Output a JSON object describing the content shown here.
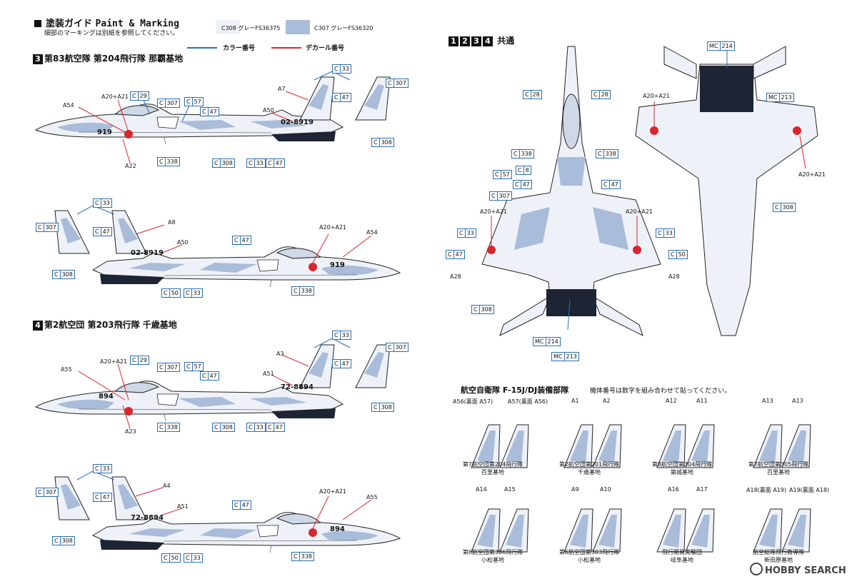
{
  "header": {
    "title_jp": "塗装ガイド",
    "title_en": "Paint & Marking",
    "note": "細部のマーキングは別紙を参照してください。"
  },
  "legend": {
    "swatches": [
      {
        "label": "C308 グレーFS36375",
        "color": "#eef2f8"
      },
      {
        "label": "C307 グレーFS36320",
        "color": "#a9bcd9"
      }
    ],
    "color_number": "カラー番号",
    "decal_number": "デカール番号",
    "color_line": "#2b6fb6",
    "decal_line": "#d9262c"
  },
  "sections": {
    "s3": {
      "num": "3",
      "title": "第83航空隊 第204飛行隊 那覇基地"
    },
    "s4": {
      "num": "4",
      "title": "第2航空団 第203飛行隊 千歳基地"
    },
    "common": {
      "nums": [
        "1",
        "2",
        "3",
        "4"
      ],
      "title": "共通"
    },
    "squadron": {
      "title": "航空自衛隊 F-15J/DJ装備部隊",
      "note": "機体番号は数字を組み合わせて貼ってください。"
    }
  },
  "aircraft": {
    "p1": {
      "serial": "02-8919",
      "nose": "919"
    },
    "p2": {
      "serial": "02-8919",
      "nose": "919"
    },
    "p3": {
      "serial": "72-8894",
      "nose": "894"
    },
    "p4": {
      "serial": "72-8894",
      "nose": "894"
    }
  },
  "color_callouts": {
    "c29": "29",
    "c307": "307",
    "c57": "57",
    "c47": "47",
    "c33": "33",
    "c308": "308",
    "c338": "338",
    "c50": "50",
    "c28": "28",
    "c8": "8",
    "mc214": "214",
    "mc213": "213",
    "prefix_c": "C",
    "prefix_mc": "MC"
  },
  "decals": {
    "a54": "A54",
    "a2021": "A20+A21",
    "a7": "A7",
    "a50": "A50",
    "a22": "A22",
    "a8": "A8",
    "a55": "A55",
    "a3": "A3",
    "a51": "A51",
    "a23": "A23",
    "a4": "A4",
    "a28": "A28"
  },
  "tails": {
    "row1": [
      {
        "l": "A56(裏面 A57)",
        "r": "A57(裏面 A56)",
        "c1": "第7航空団第204飛行隊",
        "c2": "百里基地"
      },
      {
        "l": "A1",
        "r": "A2",
        "c1": "第2航空団第201飛行隊",
        "c2": "千歳基地"
      },
      {
        "l": "A12",
        "r": "A11",
        "c1": "第8航空団第304飛行隊",
        "c2": "築城基地"
      },
      {
        "l": "A13",
        "r": "A13",
        "c1": "第7航空団第305飛行隊",
        "c2": "百里基地"
      }
    ],
    "row2": [
      {
        "l": "A14",
        "r": "A15",
        "c1": "第6航空団第306飛行隊",
        "c2": "小松基地"
      },
      {
        "l": "A9",
        "r": "A10",
        "c1": "第6航空団第303飛行隊",
        "c2": "小松基地"
      },
      {
        "l": "A16",
        "r": "A17",
        "c1": "飛行開発実験団",
        "c2": "岐阜基地"
      },
      {
        "l": "A18(裏面 A19)",
        "r": "A19(裏面 A18)",
        "c1": "航空総隊飛行教導隊",
        "c2": "新田原基地"
      }
    ]
  },
  "watermark": "HOBBY SEARCH"
}
